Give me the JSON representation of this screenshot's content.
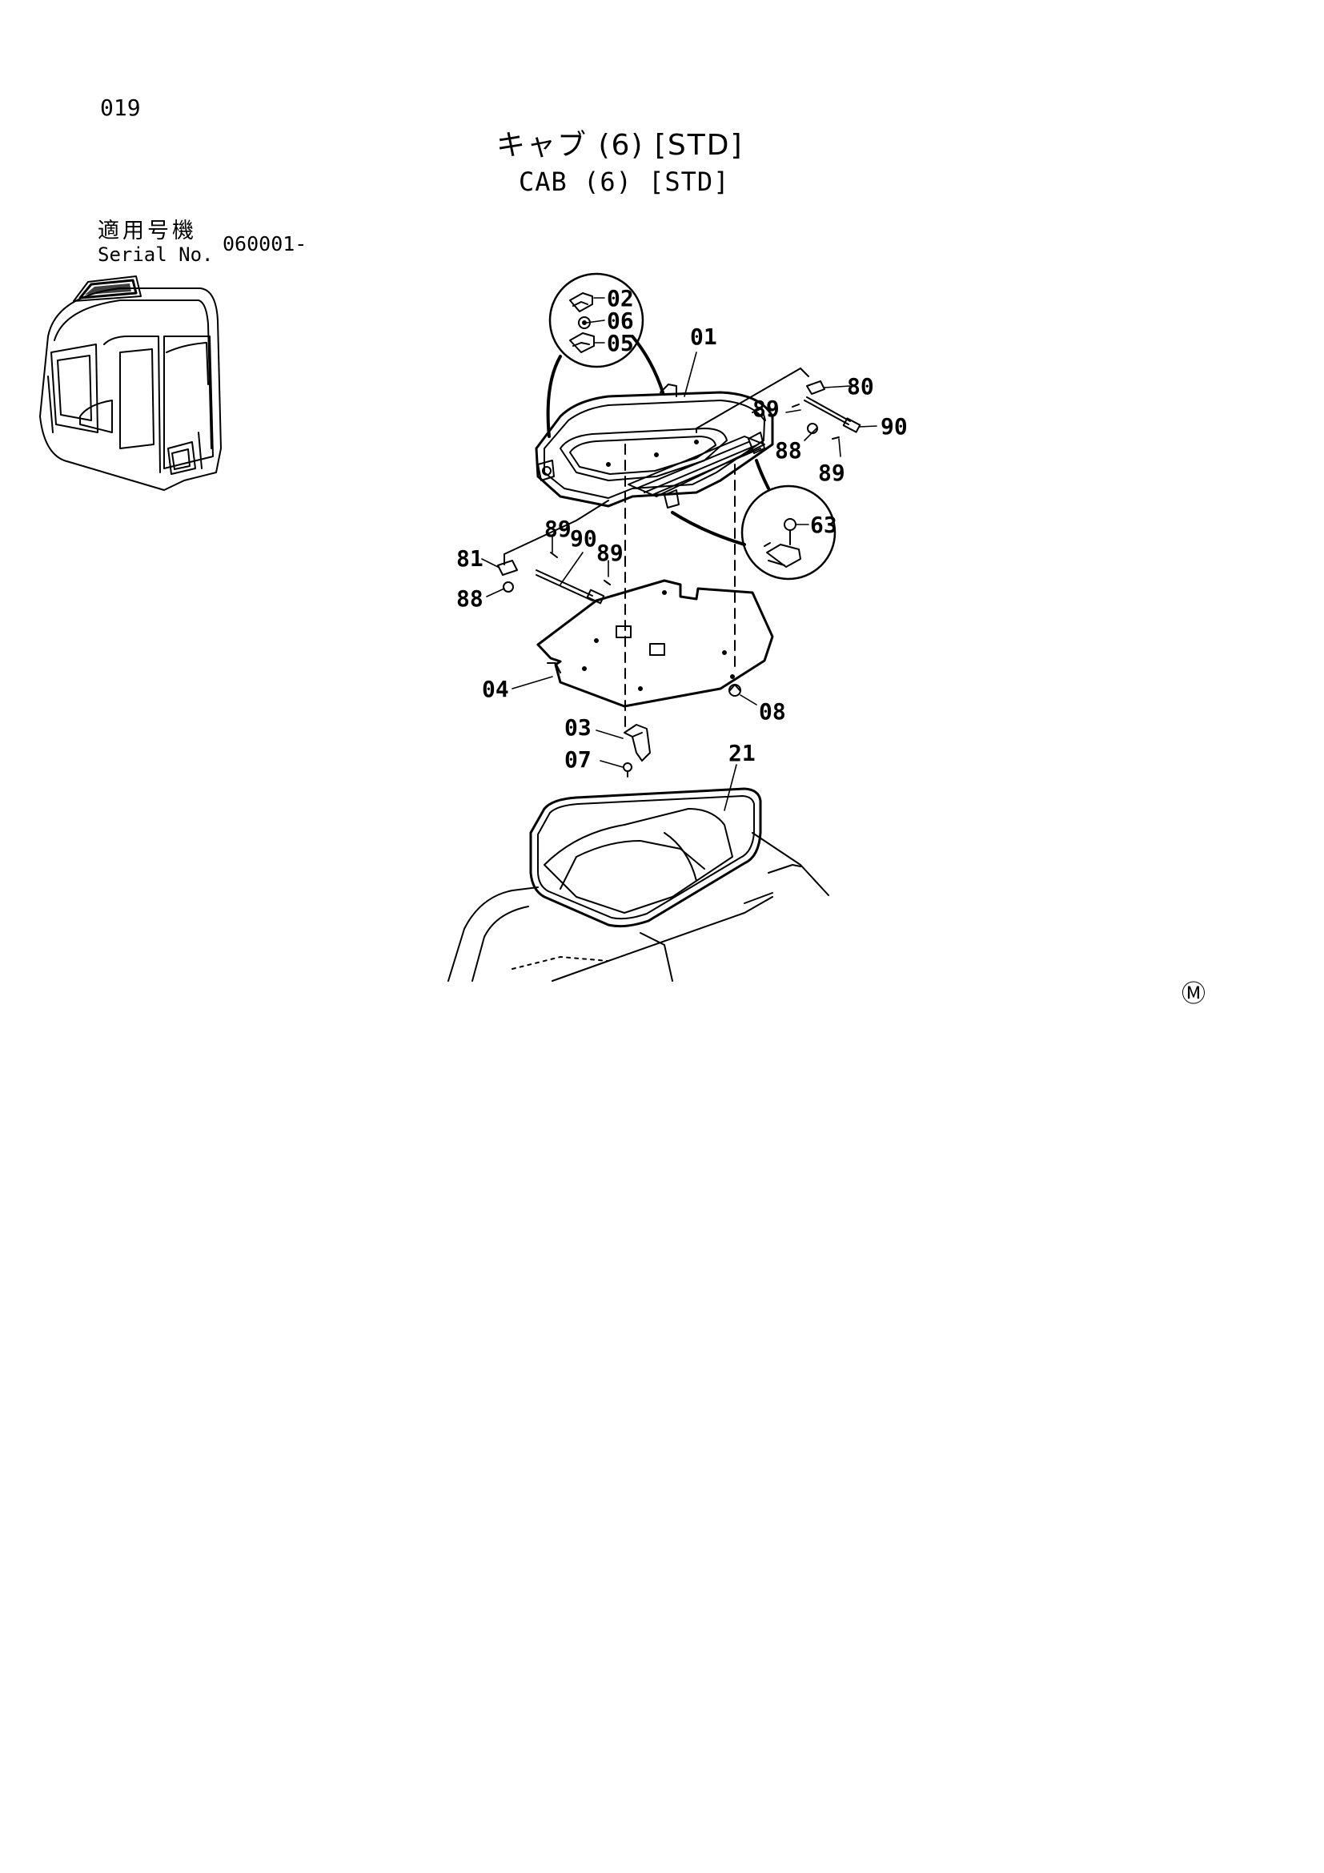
{
  "page_number": "019",
  "title_jp": "キャブ (6) [STD]",
  "title_en": "CAB (6) [STD]",
  "serial": {
    "label_jp": "適用号機",
    "label_en": "Serial No.",
    "value": "060001-"
  },
  "mark": "Ⓜ",
  "callouts": [
    "02",
    "06",
    "05",
    "01",
    "80",
    "89",
    "90",
    "88",
    "89",
    "63",
    "81",
    "89",
    "90",
    "89",
    "88",
    "04",
    "08",
    "03",
    "07",
    "21"
  ]
}
